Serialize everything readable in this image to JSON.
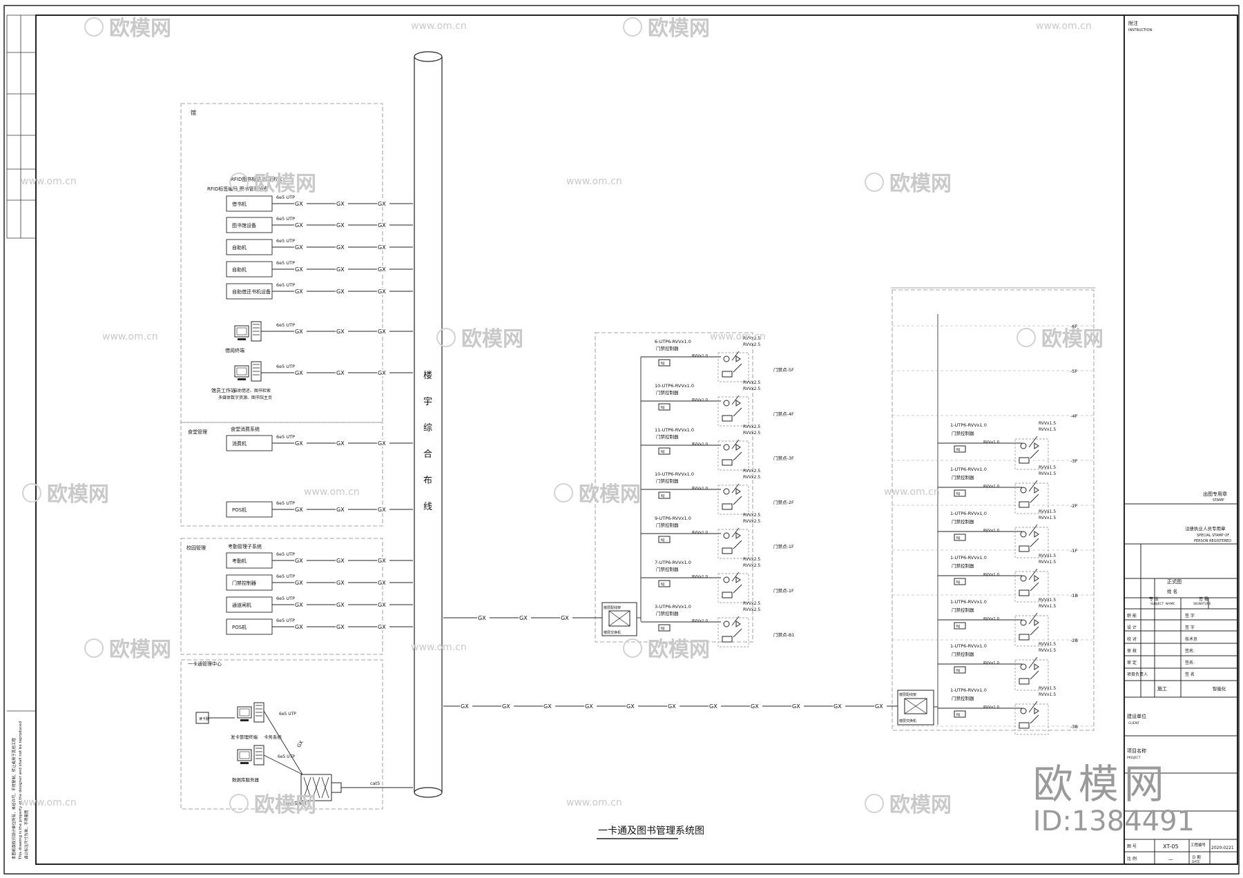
{
  "drawing_title": "一卡通及图书管理系统图",
  "trunk_label": "楼宇综合布线",
  "link": {
    "gx": "GX",
    "utp": "6e5 UTP",
    "cat": "cat5"
  },
  "left_panel": {
    "group1_label": "馆",
    "group1_header": "RFID图书标签及门禁(人)",
    "group1_header2": "RFID标签编码 图书管理设备",
    "devices1": [
      "借书机",
      "图书馆设备",
      "自助机",
      "自助机",
      "自助借还书机设备"
    ],
    "pc1": "借阅终端",
    "pc2": "馆员工作站",
    "pc2_note1": "自助借还、图书检索",
    "pc2_note2": "多媒体数字资源、图书馆主页",
    "group2_label": "食堂管理",
    "group2_header": "食堂消费系统",
    "devices2": [
      "消费机",
      "POS机"
    ],
    "group3_label": "校园管理",
    "group3_header": "考勤管理子系统",
    "devices3": [
      "考勤机",
      "门禁控制器",
      "通道闸机",
      "POS机"
    ],
    "group4_header": "一卡通管理中心",
    "center_pcs": [
      "发卡管理终端",
      "数据库服务器"
    ],
    "center_caption": "卡务系统",
    "center_device": "读卡器",
    "center_switch": "核心交换机"
  },
  "mid_panel": {
    "cabinet_label": "楼层配线架",
    "cabinet_sub": "楼层交换机",
    "rows": [
      {
        "cable": "6-UTP6-RVVx1.0",
        "ctrl": "门禁控制器",
        "rvv": "RVVx2.5",
        "floor": "门禁点-5F"
      },
      {
        "cable": "10-UTP6-RVVx1.0",
        "ctrl": "门禁控制器",
        "rvv": "RVVx2.5",
        "floor": "门禁点-4F"
      },
      {
        "cable": "11-UTP6-RVVx1.0",
        "ctrl": "门禁控制器",
        "rvv": "RVVx2.5",
        "floor": "门禁点-3F"
      },
      {
        "cable": "10-UTP6-RVVx1.0",
        "ctrl": "门禁控制器",
        "rvv": "RVVx2.5",
        "floor": "门禁点-2F"
      },
      {
        "cable": "9-UTP6-RVVx1.0",
        "ctrl": "门禁控制器",
        "rvv": "RVVx2.5",
        "floor": "门禁点-1F"
      },
      {
        "cable": "7-UTP6-RVVx1.0",
        "ctrl": "门禁控制器",
        "rvv": "RVVx2.5",
        "floor": "门禁点-1F"
      },
      {
        "cable": "3-UTP6-RVVx1.0",
        "ctrl": "门禁控制器",
        "rvv": "RVVx2.5",
        "floor": "门禁点-B1"
      }
    ]
  },
  "right_panel": {
    "cabinet_label": "楼层配线架",
    "cabinet_sub": "楼层交换机",
    "floor_tags": [
      "-6F",
      "-5F",
      "-4F",
      "-3F",
      "-2F",
      "-1F",
      "-1B",
      "-2B",
      "-3B"
    ],
    "rows": [
      {
        "cable": "1-UTP6-RVVx1.0",
        "ctrl": "门禁控制器",
        "rvv": "RVVx1.5"
      },
      {
        "cable": "1-UTP6-RVVx1.0",
        "ctrl": "门禁控制器",
        "rvv": "RVVx1.5"
      },
      {
        "cable": "1-UTP6-RVVx1.0",
        "ctrl": "门禁控制器",
        "rvv": "RVVx1.5"
      },
      {
        "cable": "1-UTP6-RVVx1.0",
        "ctrl": "门禁控制器",
        "rvv": "RVVx1.5"
      },
      {
        "cable": "1-UTP6-RVVx1.0",
        "ctrl": "门禁控制器",
        "rvv": "RVVx1.5"
      },
      {
        "cable": "1-UTP6-RVVx1.0",
        "ctrl": "门禁控制器",
        "rvv": "RVVx1.5"
      },
      {
        "cable": "1-UTP6-RVVx1.0",
        "ctrl": "门禁控制器",
        "rvv": "RVVx1.5"
      }
    ]
  },
  "title_block": {
    "remarks": "附注",
    "remarks_en": "INSTRUCTION",
    "stamp": "出图专用章",
    "stamp_en": "STAMP",
    "special_stamp": "注册执业人员专用章",
    "special_stamp_en1": "SPECIAL STAMP OF",
    "special_stamp_en2": "PERSON REGISTERED",
    "status": "正式图",
    "col_name": "姓 名",
    "col_name_en": "NAME",
    "col_sign": "签 署",
    "col_sign_en": "SIGNATURE",
    "col_sub": "专 业",
    "col_sub_en": "SUBJECT",
    "row_labels": [
      "职 能",
      "设 计",
      "校 对",
      "审 核",
      "审 定",
      "项目负责人"
    ],
    "row_values": [
      "签 字",
      "签 字",
      "技术员",
      "签名:",
      "签名:",
      "签 名"
    ],
    "phase": "施工",
    "discipline": "智能化",
    "client": "建设单位",
    "client_en": "CLIENT",
    "project": "项目名称",
    "project_en": "PROJECT",
    "drawing_no": "图 号",
    "drawing_no_val": "XT-05",
    "project_no": "工程编号",
    "project_no_val": "2020-0221",
    "scale": "比 例",
    "scale_val": "—",
    "date": "日 期",
    "date_en": "DATE"
  },
  "left_notes": [
    "本图纸版权归设计单位所有，未经许可，不得复制、转让或用于其他工程",
    "This drawing is the property of the designer and shall not be reproduced",
    "请以标注尺寸为准，不得量图"
  ],
  "watermark": {
    "brand": "欧模网",
    "url": "www.om.cn",
    "id_text": "ID:1384491"
  }
}
